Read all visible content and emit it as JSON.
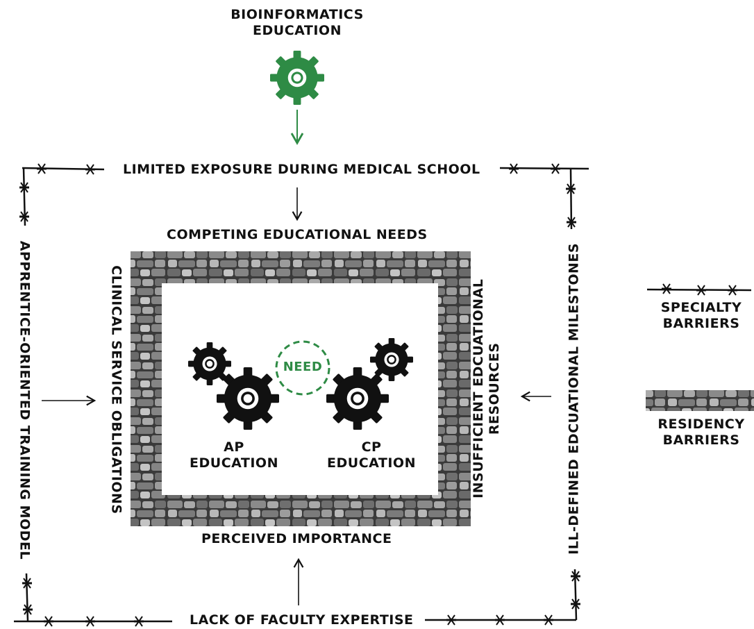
{
  "title_lines": [
    "BIOINFORMATICS",
    "EDUCATION"
  ],
  "labels": {
    "limited_exposure": "LIMITED EXPOSURE DURING MEDICAL SCHOOL",
    "competing_needs": "COMPETING EDUCATIONAL NEEDS",
    "perceived_importance": "PERCEIVED IMPORTANCE",
    "lack_faculty": "LACK OF FACULTY EXPERTISE",
    "apprentice_model": "APPRENTICE-ORIENTED TRAINING MODEL",
    "clinical_service": "CLINICAL SERVICE OBLIGATIONS",
    "ill_defined": "ILL-DEFINED EDCUATIONAL MILESTONES",
    "insufficient_line1": "INSUFFICIENT EDCUATIONAL",
    "insufficient_line2": "RESOURCES",
    "need": "NEED",
    "ap_line1": "AP",
    "ap_line2": "EDUCATION",
    "cp_line1": "CP",
    "cp_line2": "EDUCATION"
  },
  "legend": {
    "specialty_line1": "SPECIALTY",
    "specialty_line2": "BARRIERS",
    "residency_line1": "RESIDENCY",
    "residency_line2": "BARRIERS"
  },
  "colors": {
    "green": "#2e8b45",
    "black": "#111111",
    "stone": "#6e6e6e"
  },
  "icons": {
    "top_gear": "gear-icon",
    "ap_gears": "gear-icon",
    "cp_gears": "gear-icon",
    "barbed_wire": "barbed-wire",
    "stone_wall": "stone-wall"
  }
}
